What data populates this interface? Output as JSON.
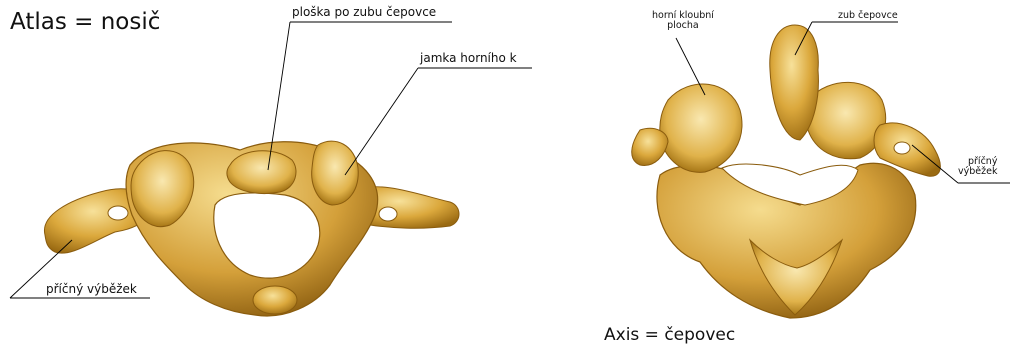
{
  "atlas": {
    "title": "Atlas = nosič",
    "labels": {
      "facet_dens": "ploška po zubu čepovce",
      "superior_fossa": "jamka horního k",
      "transverse_process": "příčný výběžek"
    }
  },
  "axis": {
    "title": "Axis = čepovec",
    "labels": {
      "superior_facet_line1": "horní kloubní",
      "superior_facet_line2": "plocha",
      "dens": "zub čepovce",
      "transverse_line1": "příčný",
      "transverse_line2": "výběžek"
    }
  },
  "colors": {
    "bone_light": "#f2d27a",
    "bone_mid": "#dba83c",
    "bone_dark": "#9a6a12",
    "leader_line": "#000000"
  }
}
